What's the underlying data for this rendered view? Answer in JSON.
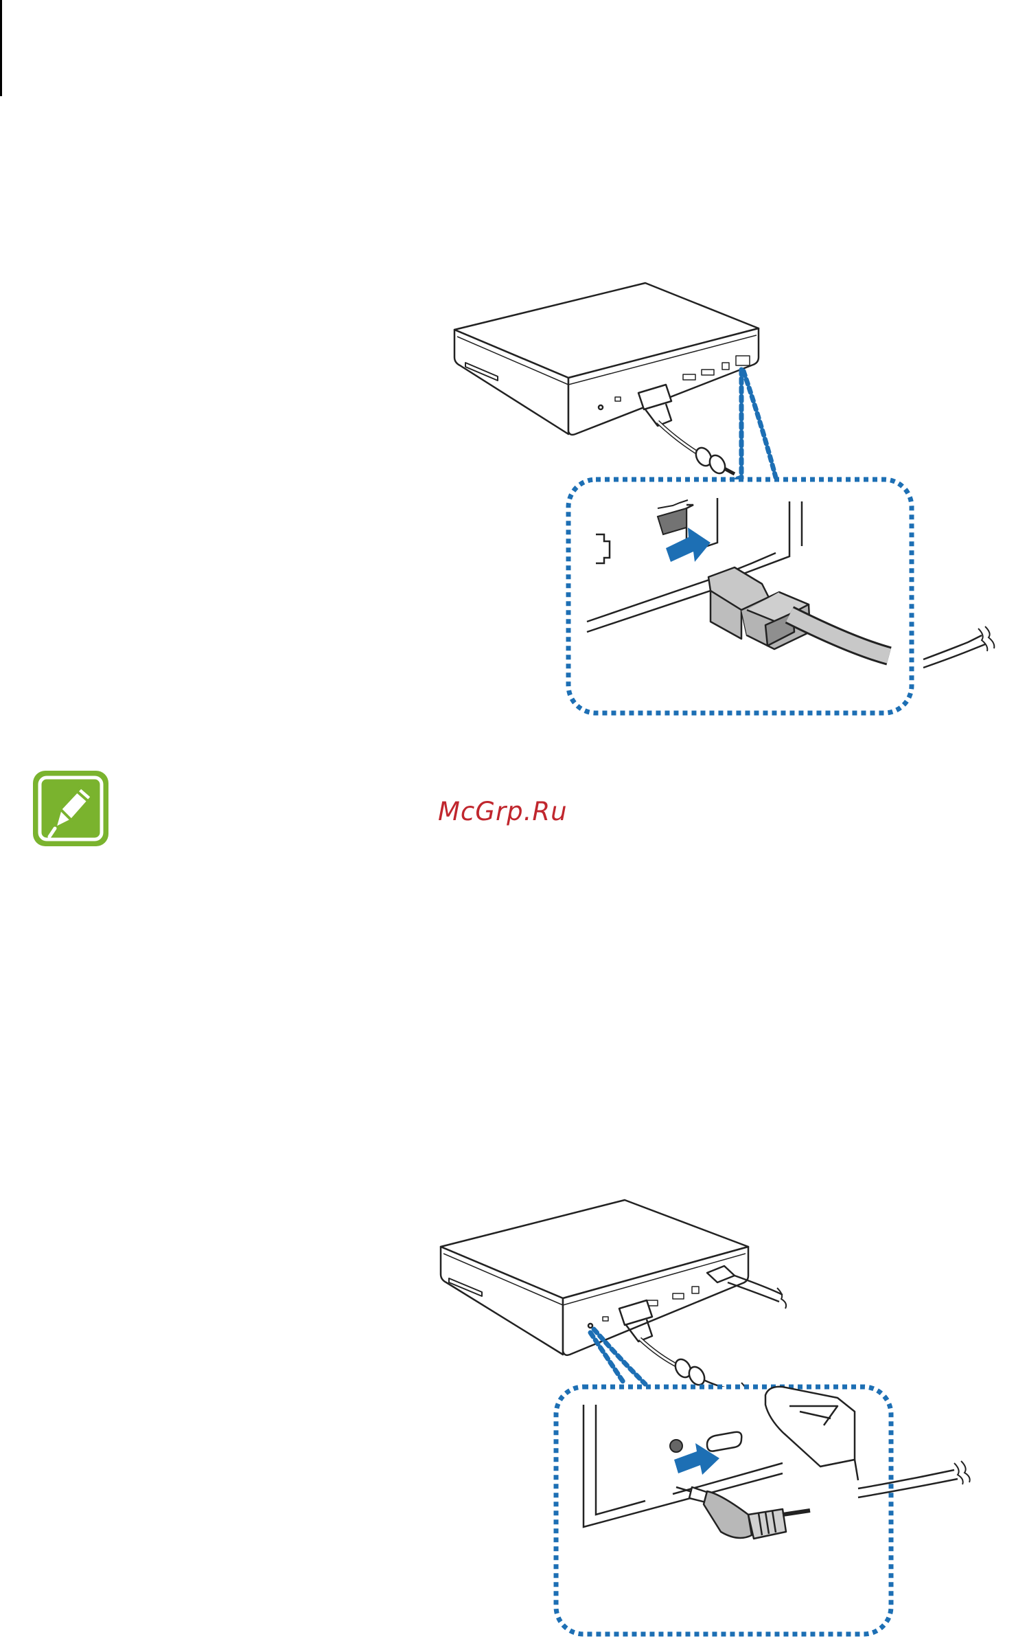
{
  "watermark": {
    "text": "McGrp.Ru"
  },
  "figures": [
    {
      "icon": "ethernet-cable-connection-illustration"
    },
    {
      "icon": "power-adapter-connection-illustration"
    }
  ],
  "note": {
    "icon": "pencil-note-icon"
  },
  "colors": {
    "accent_blue": "#1d6fb4",
    "note_green": "#7ab32e",
    "watermark_red": "#c0262d",
    "line_dark": "#222222",
    "connector_grey": "#a6a6a6"
  }
}
